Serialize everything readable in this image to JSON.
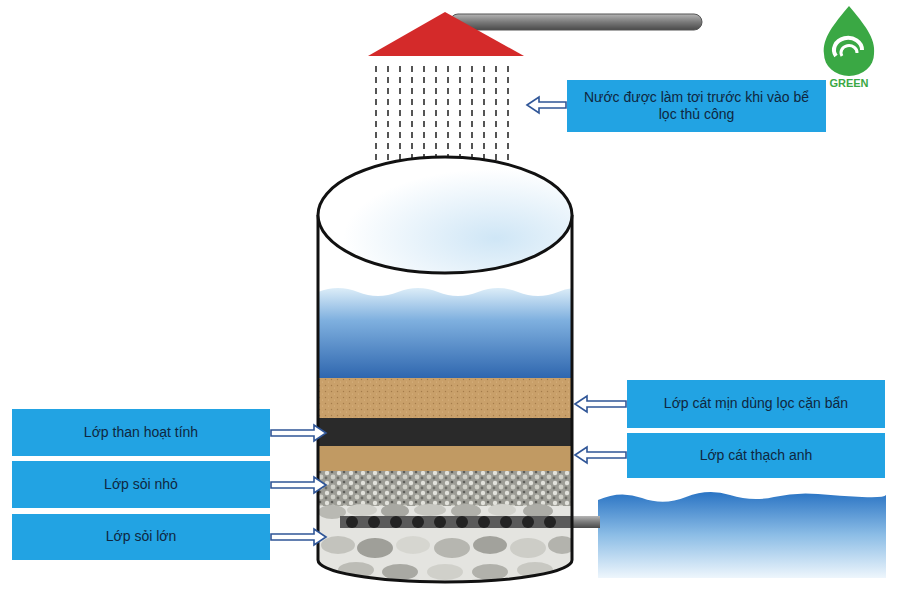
{
  "diagram": {
    "nodes": [
      {
        "text": [
          "Nước được làm tơi trước khi vào bể lọc thủ công"
        ]
      },
      {
        "text": [
          "Lớp cát mịn dùng lọc cặn bẩn"
        ]
      },
      {
        "text": [
          "Lớp than hoạt tính"
        ]
      },
      {
        "text": [
          "Lớp cát thạch anh"
        ]
      },
      {
        "text": [
          "Lớp sỏi nhỏ"
        ]
      },
      {
        "text": [
          "Lớp sỏi lớn"
        ]
      }
    ],
    "labels": [
      "GREEN"
    ]
  }
}
